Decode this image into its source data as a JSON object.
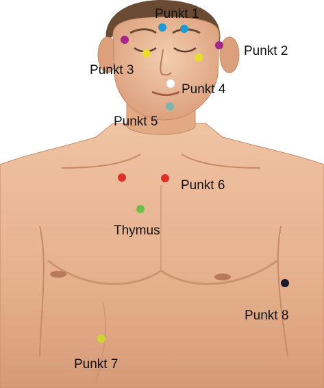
{
  "figure": {
    "colors": {
      "skin": "#e9b896",
      "skin_shadow": "#c98e6c",
      "hair": "#6a4a33",
      "label_text": "#111111"
    },
    "labels": {
      "p1": "Punkt 1",
      "p2": "Punkt 2",
      "p3": "Punkt 3",
      "p4": "Punkt 4",
      "p5": "Punkt 5",
      "p6": "Punkt 6",
      "thymus": "Thymus",
      "p7": "Punkt 7",
      "p8": "Punkt 8"
    },
    "point_colors": {
      "p1": "#1c9bd6",
      "p2": "#a3288a",
      "p3": "#e7dd2a",
      "p4": "#ffffff",
      "p5": "#7fb7b0",
      "p6": "#e0302a",
      "thymus": "#6cc04a",
      "p7": "#cfd62a",
      "p8": "#1b1b2a"
    }
  }
}
